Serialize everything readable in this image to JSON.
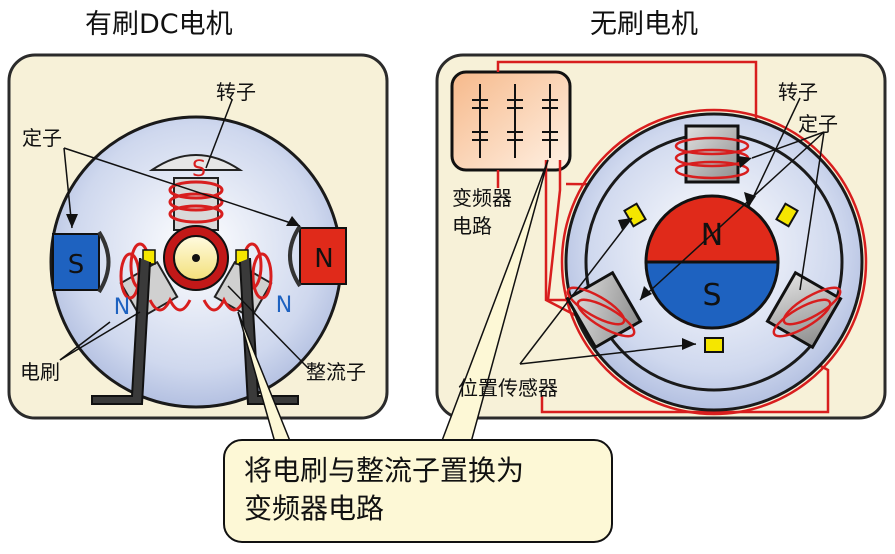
{
  "left_panel": {
    "title": "有刷DC电机",
    "labels": {
      "rotor": "转子",
      "stator": "定子",
      "brush": "电刷",
      "commutator": "整流子"
    },
    "poles": {
      "stator_left": "S",
      "stator_right": "N",
      "rotor_top": "S",
      "rotor_left": "N",
      "rotor_right": "N"
    }
  },
  "right_panel": {
    "title": "无刷电机",
    "labels": {
      "rotor": "转子",
      "stator": "定子",
      "inverter_line1": "变频器",
      "inverter_line2": "电路",
      "position_sensor": "位置传感器"
    },
    "poles": {
      "north": "N",
      "south": "S"
    }
  },
  "callout": {
    "line1": "将电刷与整流子置换为",
    "line2": "变频器电路"
  },
  "colors": {
    "panel_fill": "#f7f1d8",
    "motor_blue": "#c2cde6",
    "pole_red": "#e02a1a",
    "pole_blue": "#1e62c0",
    "coil_red": "#d81e1e",
    "callout_fill": "#fdf8d6"
  }
}
